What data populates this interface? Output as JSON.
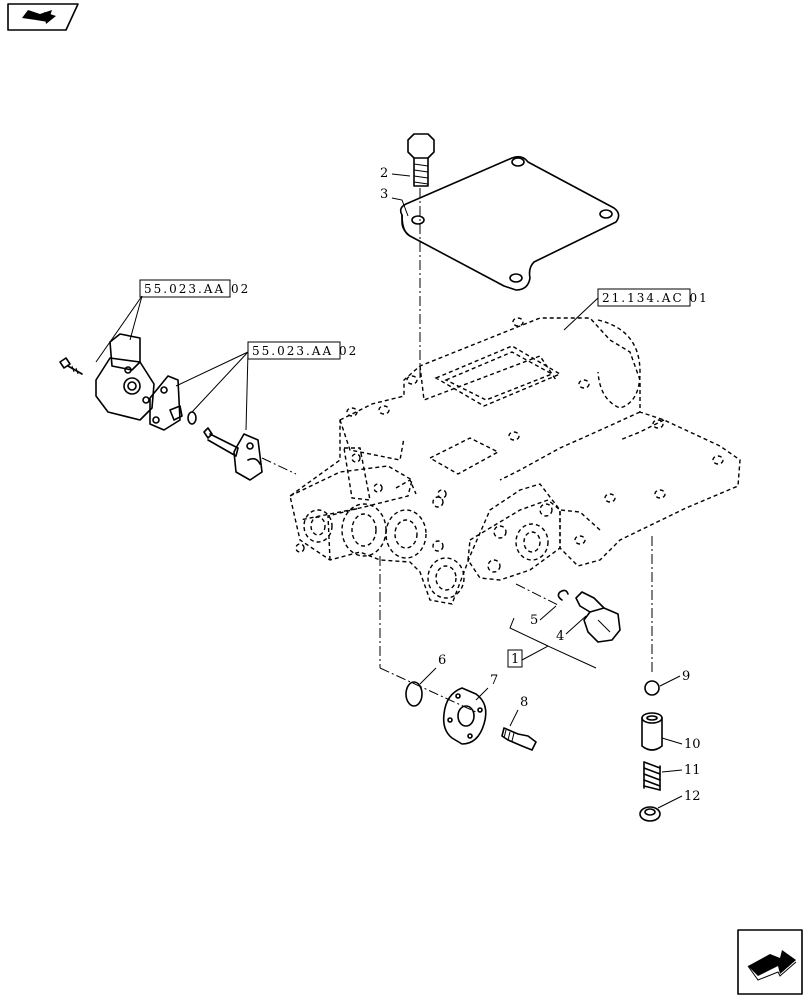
{
  "parts": [
    {
      "id": "p1",
      "label": "1"
    },
    {
      "id": "p2",
      "label": "2"
    },
    {
      "id": "p3",
      "label": "3"
    },
    {
      "id": "p4",
      "label": "4"
    },
    {
      "id": "p5",
      "label": "5"
    },
    {
      "id": "p6",
      "label": "6"
    },
    {
      "id": "p7",
      "label": "7"
    },
    {
      "id": "p8",
      "label": "8"
    },
    {
      "id": "p9",
      "label": "9"
    },
    {
      "id": "p10",
      "label": "10"
    },
    {
      "id": "p11",
      "label": "11"
    },
    {
      "id": "p12",
      "label": "12"
    }
  ],
  "references": {
    "ref_a": "55.023.AA 02",
    "ref_b": "55.023.AA 02",
    "ref_c": "21.134.AC 01"
  },
  "icons": {
    "top_left": "book-arrow-icon",
    "bottom_right": "next-page-arrow-icon"
  }
}
